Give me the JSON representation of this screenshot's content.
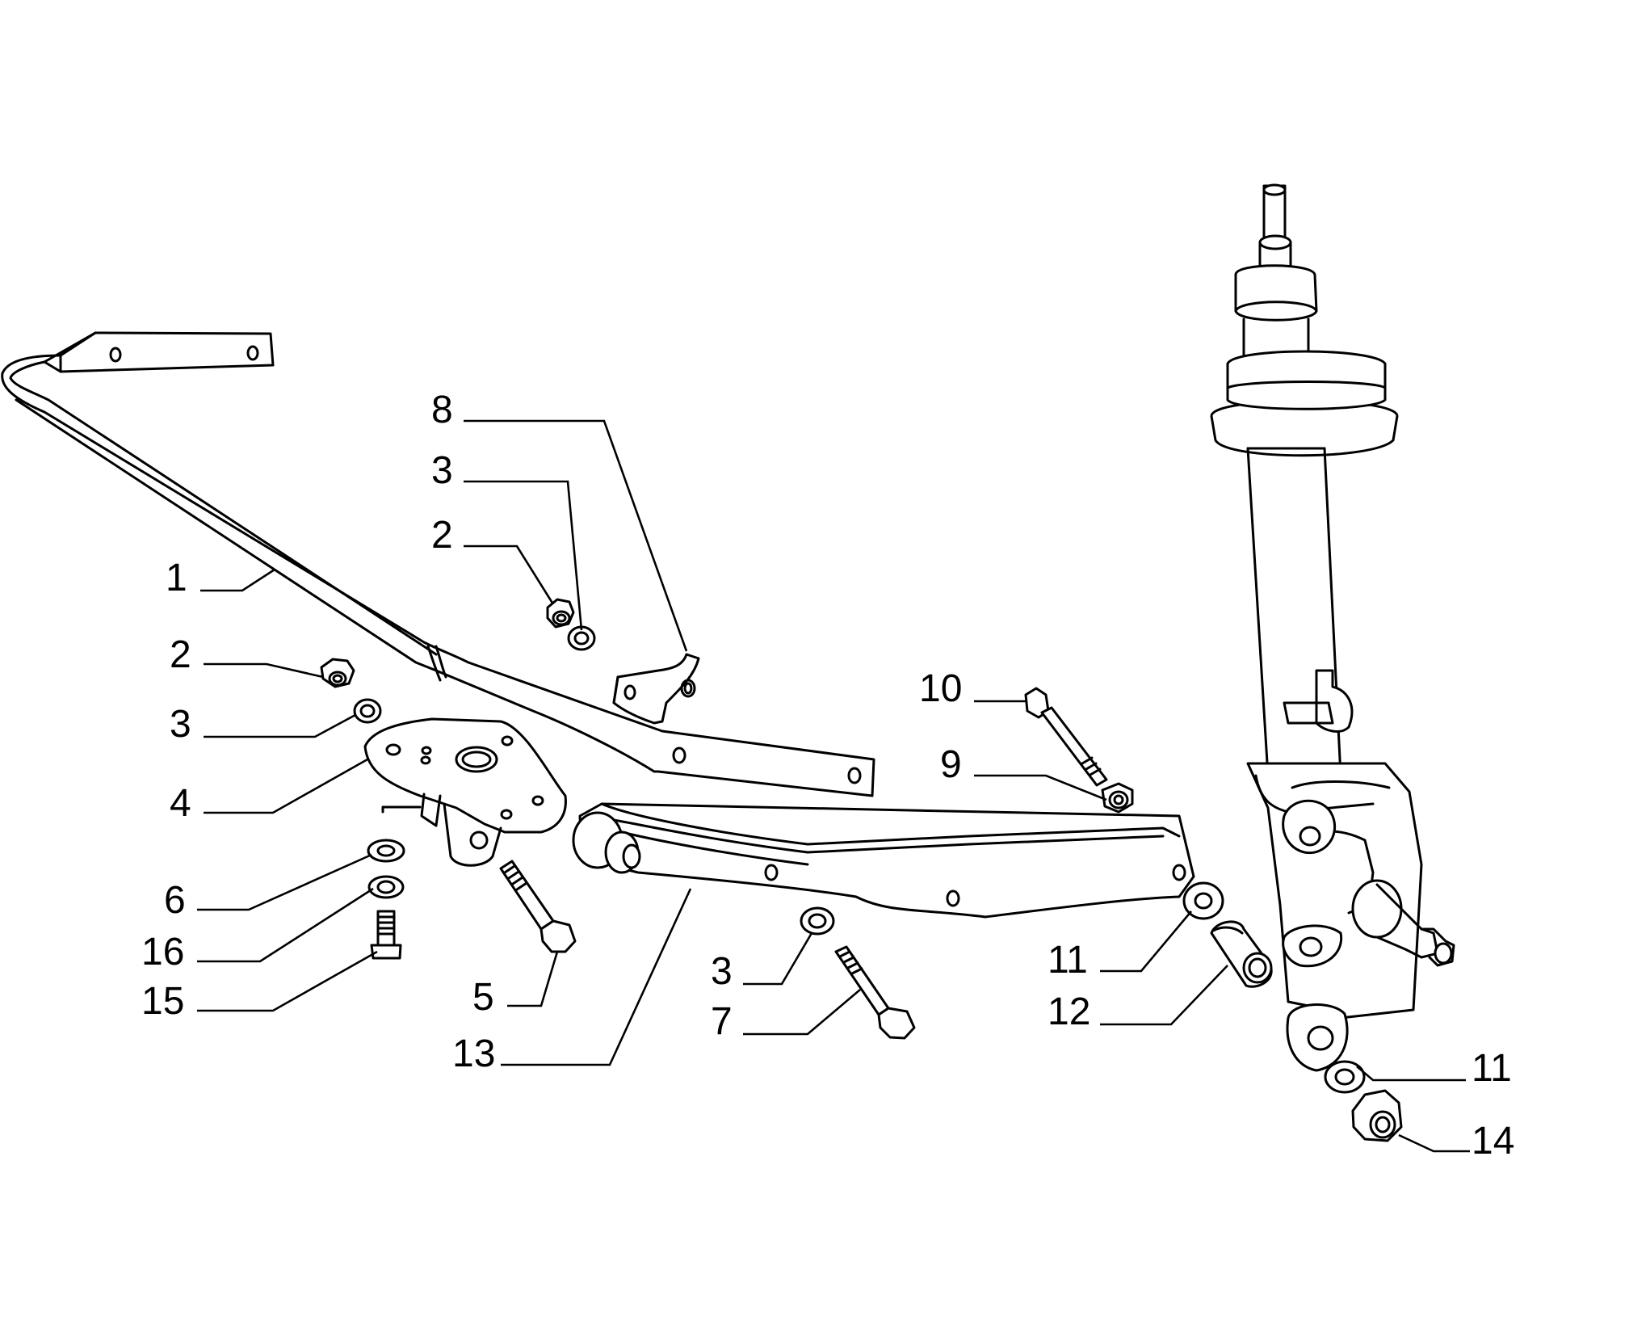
{
  "diagram": {
    "callouts": [
      {
        "id": "c1",
        "label": "1"
      },
      {
        "id": "c2a",
        "label": "2"
      },
      {
        "id": "c3a",
        "label": "3"
      },
      {
        "id": "c4",
        "label": "4"
      },
      {
        "id": "c6",
        "label": "6"
      },
      {
        "id": "c16",
        "label": "16"
      },
      {
        "id": "c15",
        "label": "15"
      },
      {
        "id": "c8",
        "label": "8"
      },
      {
        "id": "c3b",
        "label": "3"
      },
      {
        "id": "c2b",
        "label": "2"
      },
      {
        "id": "c5",
        "label": "5"
      },
      {
        "id": "c13",
        "label": "13"
      },
      {
        "id": "c3c",
        "label": "3"
      },
      {
        "id": "c7",
        "label": "7"
      },
      {
        "id": "c10",
        "label": "10"
      },
      {
        "id": "c9",
        "label": "9"
      },
      {
        "id": "c11a",
        "label": "11"
      },
      {
        "id": "c12",
        "label": "12"
      },
      {
        "id": "c11b",
        "label": "11"
      },
      {
        "id": "c14",
        "label": "14"
      }
    ]
  }
}
